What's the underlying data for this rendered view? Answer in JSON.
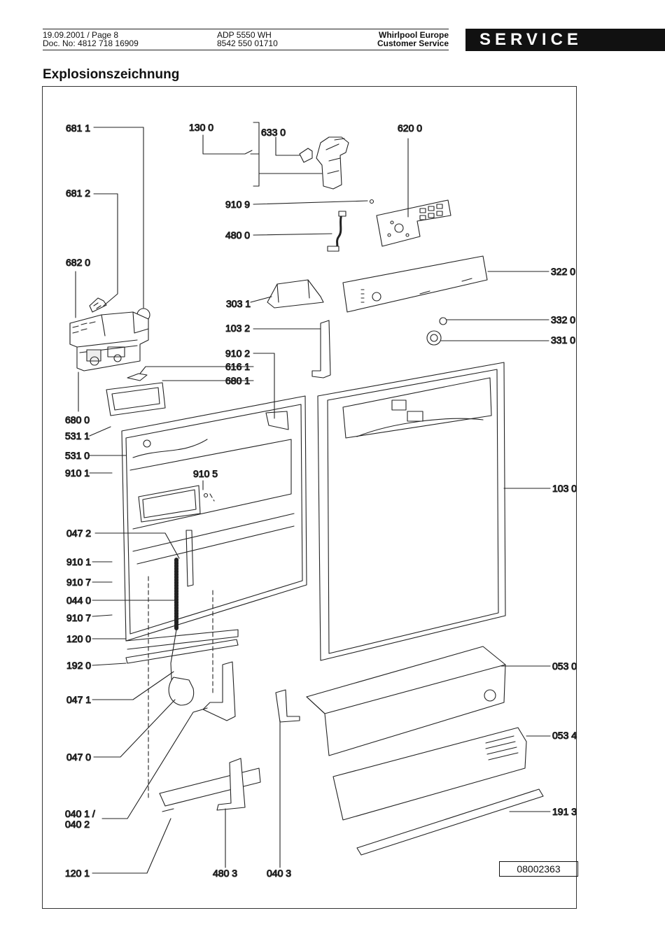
{
  "header": {
    "date_page": "19.09.2001 / Page 8",
    "doc_no": "Doc. No: 4812 718 16909",
    "model": "ADP 5550 WH",
    "model_code": "8542 550 01710",
    "company": "Whirlpool Europe",
    "department": "Customer Service",
    "service_label": "SERVICE"
  },
  "title": "Explosionszeichnung",
  "drawing_number": "08002363",
  "callouts": [
    {
      "id": "681-1",
      "text": "681 1"
    },
    {
      "id": "130-0",
      "text": "130 0"
    },
    {
      "id": "633-0",
      "text": "633 0"
    },
    {
      "id": "620-0",
      "text": "620 0"
    },
    {
      "id": "681-2",
      "text": "681 2"
    },
    {
      "id": "910-9",
      "text": "910 9"
    },
    {
      "id": "480-0",
      "text": "480 0"
    },
    {
      "id": "682-0",
      "text": "682 0"
    },
    {
      "id": "322-0",
      "text": "322 0"
    },
    {
      "id": "303-1",
      "text": "303 1"
    },
    {
      "id": "332-0",
      "text": "332 0"
    },
    {
      "id": "103-2",
      "text": "103 2"
    },
    {
      "id": "331-0",
      "text": "331 0"
    },
    {
      "id": "910-2",
      "text": "910 2"
    },
    {
      "id": "616-1",
      "text": "616 1"
    },
    {
      "id": "680-1",
      "text": "680 1"
    },
    {
      "id": "680-0",
      "text": "680 0"
    },
    {
      "id": "531-1",
      "text": "531 1"
    },
    {
      "id": "531-0",
      "text": "531 0"
    },
    {
      "id": "910-1a",
      "text": "910 1"
    },
    {
      "id": "910-5",
      "text": "910 5"
    },
    {
      "id": "103-0",
      "text": "103 0"
    },
    {
      "id": "047-2",
      "text": "047 2"
    },
    {
      "id": "910-1b",
      "text": "910 1"
    },
    {
      "id": "910-7a",
      "text": "910 7"
    },
    {
      "id": "044-0",
      "text": "044 0"
    },
    {
      "id": "910-7b",
      "text": "910 7"
    },
    {
      "id": "120-0",
      "text": "120 0"
    },
    {
      "id": "192-0",
      "text": "192 0"
    },
    {
      "id": "053-0",
      "text": "053 0"
    },
    {
      "id": "047-1",
      "text": "047 1"
    },
    {
      "id": "053-4",
      "text": "053 4"
    },
    {
      "id": "047-0",
      "text": "047 0"
    },
    {
      "id": "040-1",
      "text": "040 1 /"
    },
    {
      "id": "040-2",
      "text": "040 2"
    },
    {
      "id": "191-3",
      "text": "191 3"
    },
    {
      "id": "120-1",
      "text": "120 1"
    },
    {
      "id": "480-3",
      "text": "480 3"
    },
    {
      "id": "040-3",
      "text": "040 3"
    }
  ]
}
